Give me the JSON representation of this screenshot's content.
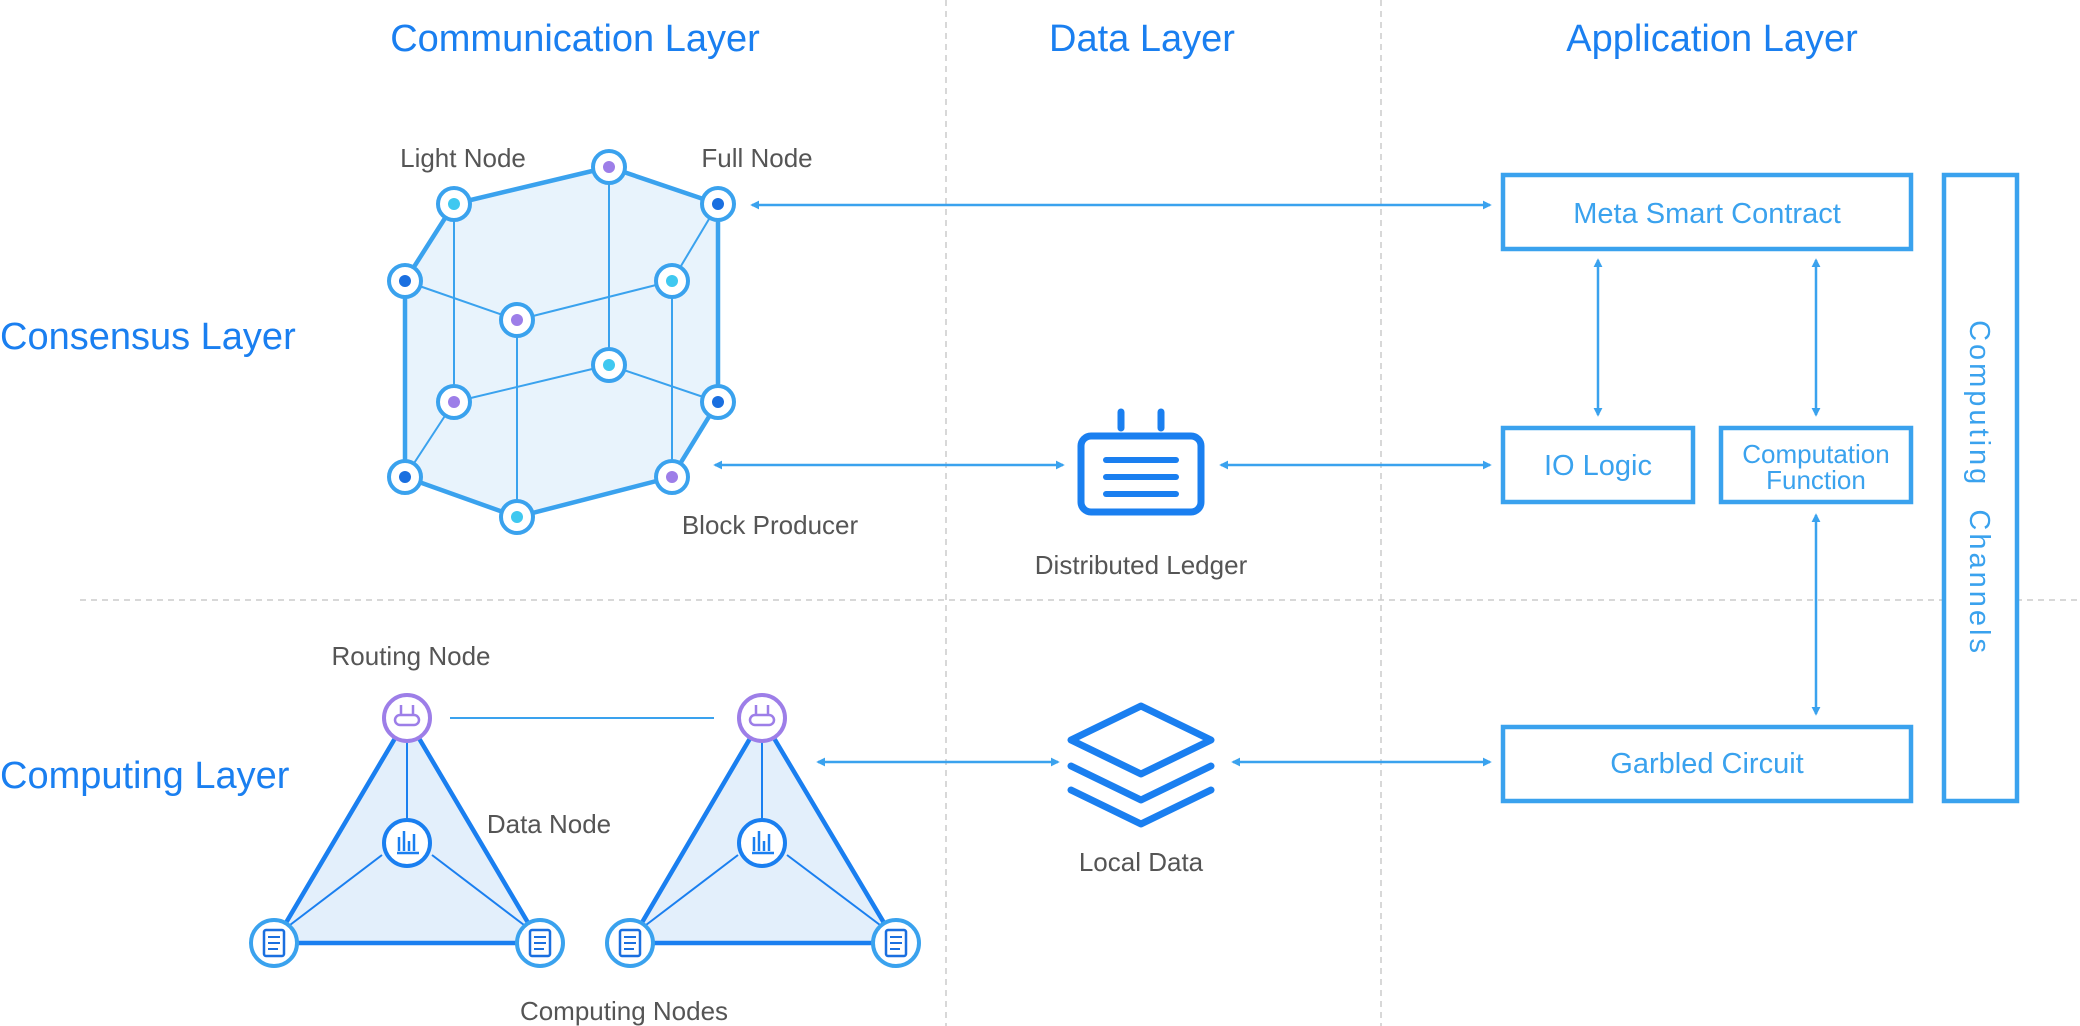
{
  "headers": {
    "communication": "Communication Layer",
    "data": "Data Layer",
    "application": "Application Layer"
  },
  "row_titles": {
    "consensus": "Consensus Layer",
    "computing": "Computing Layer"
  },
  "consensus_labels": {
    "light_node": "Light Node",
    "full_node": "Full Node",
    "block_producer": "Block Producer"
  },
  "computing_labels": {
    "routing_node": "Routing Node",
    "data_node": "Data Node",
    "computing_nodes": "Computing Nodes"
  },
  "data_labels": {
    "distributed_ledger": "Distributed Ledger",
    "local_data": "Local Data"
  },
  "app_boxes": {
    "meta_smart_contract": "Meta Smart Contract",
    "io_logic": "IO Logic",
    "computation_function_line1": "Computation",
    "computation_function_line2": "Function",
    "garbled_circuit": "Garbled Circuit",
    "computing_channels": "Computing  Channels"
  },
  "colors": {
    "title_blue": "#1a7ff0",
    "line_blue": "#3aa2ee",
    "dark_blue": "#1a6fe0",
    "purple": "#9d7ee8",
    "cyan": "#3fc8f0",
    "fill_light": "#e8f3fc",
    "divider": "#cccccc",
    "label_gray": "#555555"
  },
  "icons": {
    "ledger": "ledger-icon",
    "local_data": "layers-icon",
    "router": "router-icon",
    "chart": "chart-icon",
    "document": "document-icon"
  }
}
